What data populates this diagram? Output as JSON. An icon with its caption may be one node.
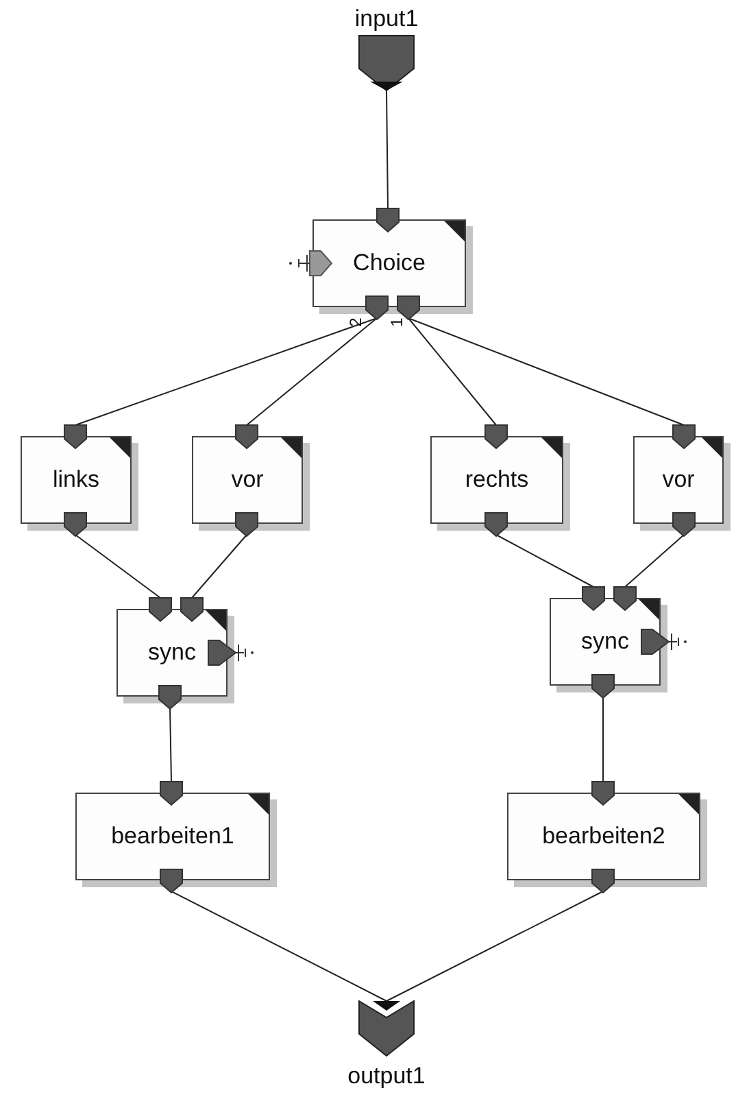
{
  "diagram": {
    "nodes": [
      {
        "text": [
          "input1"
        ]
      },
      {
        "text": [
          "Choice"
        ]
      },
      {
        "text": [
          "links"
        ]
      },
      {
        "text": [
          "vor"
        ]
      },
      {
        "text": [
          "rechts"
        ]
      },
      {
        "text": [
          "vor"
        ]
      },
      {
        "text": [
          "sync"
        ]
      },
      {
        "text": [
          "sync"
        ]
      },
      {
        "text": [
          "bearbeiten1"
        ]
      },
      {
        "text": [
          "bearbeiten2"
        ]
      },
      {
        "text": [
          "output1"
        ]
      }
    ],
    "edges": [
      {
        "from": 0,
        "to": 1,
        "arrow": "none"
      },
      {
        "from": 1,
        "to": 2,
        "arrow": "none"
      },
      {
        "from": 1,
        "to": 3,
        "arrow": "none"
      },
      {
        "from": 1,
        "to": 4,
        "arrow": "none"
      },
      {
        "from": 1,
        "to": 5,
        "arrow": "none"
      },
      {
        "from": 2,
        "to": 6,
        "arrow": "none"
      },
      {
        "from": 3,
        "to": 6,
        "arrow": "none"
      },
      {
        "from": 4,
        "to": 7,
        "arrow": "none"
      },
      {
        "from": 5,
        "to": 7,
        "arrow": "none"
      },
      {
        "from": 6,
        "to": 8,
        "arrow": "none"
      },
      {
        "from": 7,
        "to": 9,
        "arrow": "none"
      },
      {
        "from": 8,
        "to": 10,
        "arrow": "none"
      },
      {
        "from": 9,
        "to": 10,
        "arrow": "none"
      }
    ],
    "labels": [
      "2",
      "1"
    ]
  }
}
